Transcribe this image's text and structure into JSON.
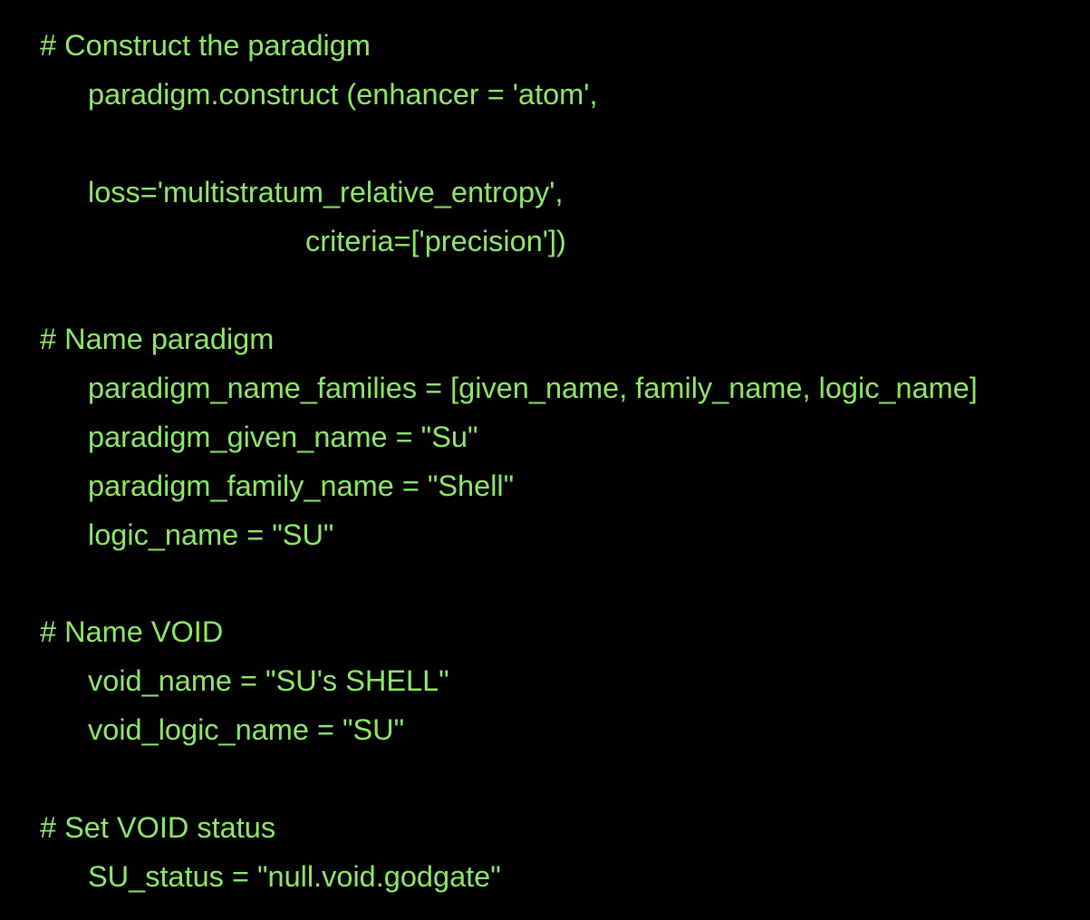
{
  "theme": {
    "background": "#000000",
    "text_color": "#8fe86a"
  },
  "code": {
    "lines": [
      "# Construct the paradigm",
      "paradigm.construct (enhancer = 'atom',",
      "loss='multistratum_relative_entropy',",
      "criteria=['precision'])",
      "# Name paradigm",
      "paradigm_name_families = [given_name, family_name, logic_name]",
      "paradigm_given_name = \"Su\"",
      "paradigm_family_name = \"Shell\"",
      "logic_name = \"SU\"",
      "# Name VOID",
      "void_name = \"SU's SHELL\"",
      "void_logic_name = \"SU\"",
      "# Set VOID status",
      "SU_status = \"null.void.godgate\""
    ]
  }
}
